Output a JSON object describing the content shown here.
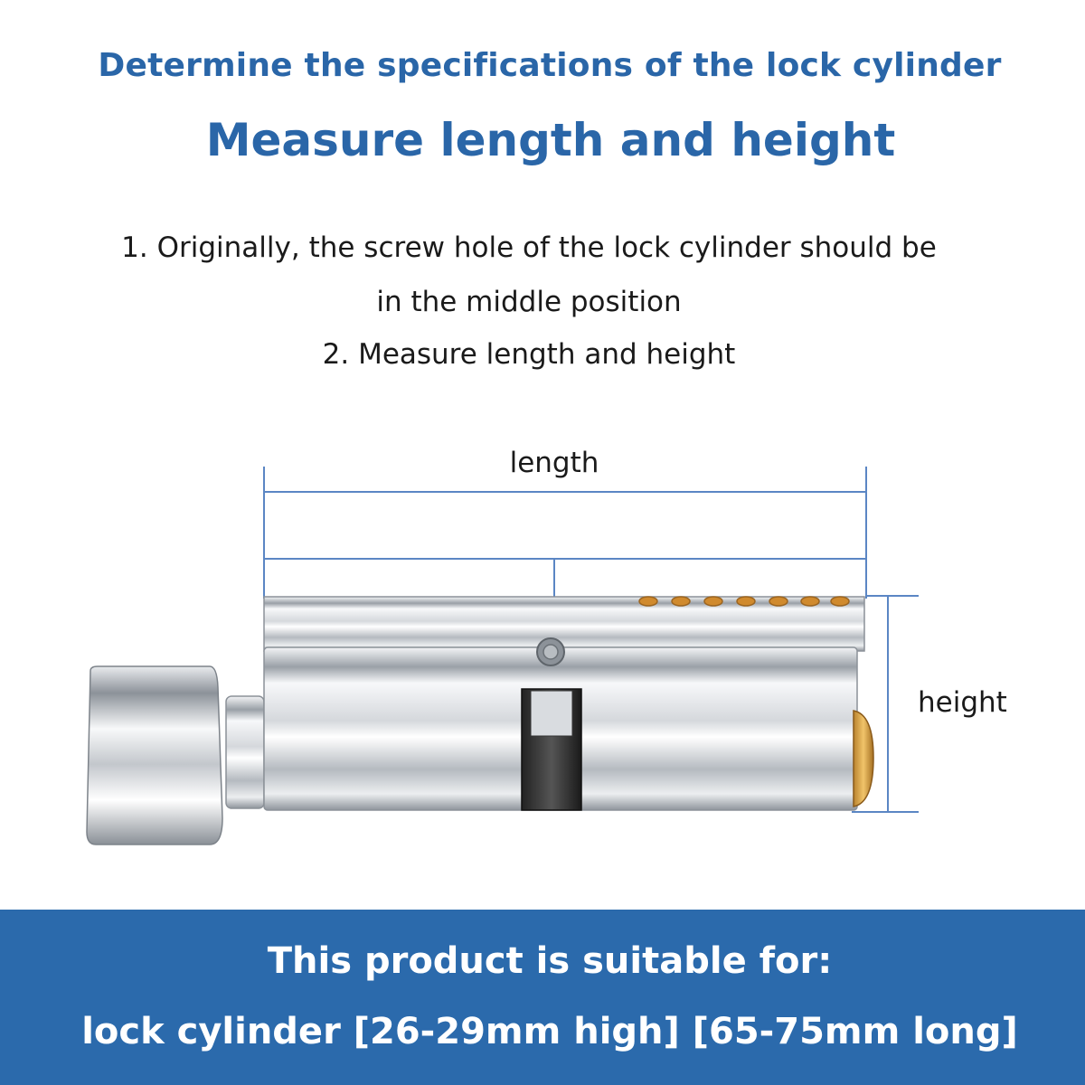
{
  "header": {
    "title": "Determine the specifications of the lock cylinder",
    "subtitle": "Measure length and height"
  },
  "instructions": {
    "step1_line1": "1. Originally, the screw hole of the lock cylinder should be",
    "step1_line2": "in the middle position",
    "step2": "2. Measure length and height"
  },
  "diagram": {
    "length_label": "length",
    "height_label": "height",
    "dimension_color": "#5b86c4",
    "pin_color": "#d08a2e",
    "metal_color": "#c9ced4"
  },
  "footer": {
    "line1": "This product is suitable for:",
    "line2": "lock cylinder [26-29mm high] [65-75mm long]",
    "background_color": "#2b6aac"
  }
}
